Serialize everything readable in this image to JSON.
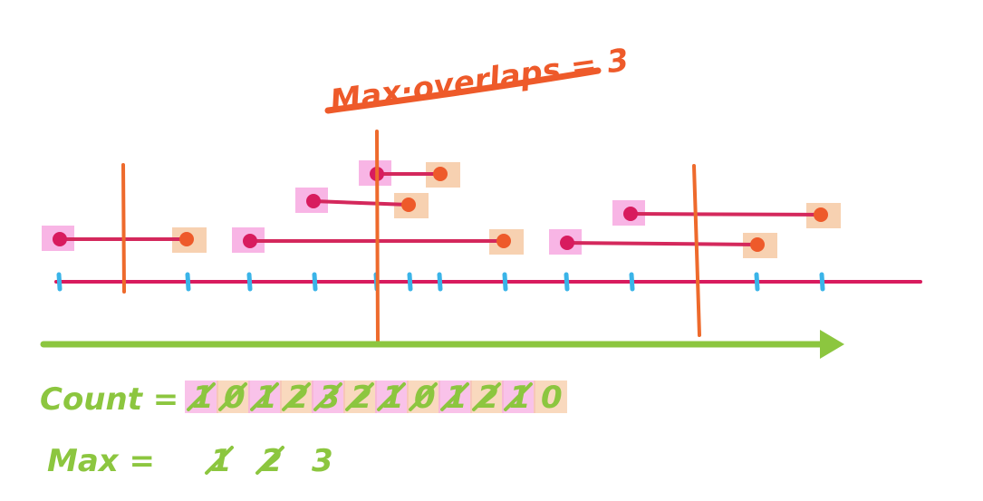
{
  "title": "Max·overlaps = 3",
  "count_label": "Count =",
  "count_steps": [
    "1",
    "0",
    "1",
    "2",
    "3",
    "2",
    "1",
    "0",
    "1",
    "2",
    "1",
    "0"
  ],
  "count_crossed": [
    true,
    true,
    true,
    true,
    true,
    true,
    true,
    true,
    true,
    true,
    true,
    false
  ],
  "max_label": "Max =",
  "max_steps": [
    "1",
    "2",
    "3"
  ],
  "max_crossed": [
    true,
    true,
    false
  ],
  "intervals": [
    {
      "start": 1,
      "end": 3
    },
    {
      "start": 4,
      "end": 8
    },
    {
      "start": 5,
      "end": 6.5
    },
    {
      "start": 6,
      "end": 7
    },
    {
      "start": 9,
      "end": 12
    },
    {
      "start": 10,
      "end": 13
    }
  ],
  "sweep_positions": [
    2,
    6,
    11
  ],
  "ticks": [
    1,
    3,
    4,
    5,
    6,
    6.5,
    7,
    8,
    9,
    10,
    12,
    13
  ],
  "colors": {
    "interval": "#d4285c",
    "start_point": "#d81b5e",
    "end_point": "#ee5a2a",
    "start_highlight": "#f7a8e0",
    "end_highlight": "#f6c9a3",
    "timeline": "#d81b5e",
    "tick": "#3ab4e8",
    "sweep": "#ee6a2c",
    "arrow": "#8cc63f",
    "title": "#ee5a2a",
    "notes": "#8cc63f",
    "count_highlight": "#f7a8e0"
  }
}
